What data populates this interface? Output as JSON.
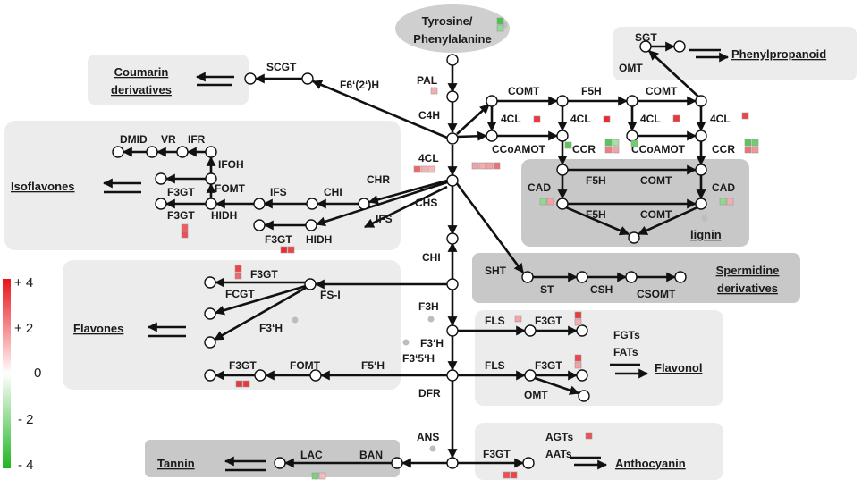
{
  "start_node": {
    "line1": "Tyrosine/",
    "line2": "Phenylalanine"
  },
  "groups": {
    "coumarin": {
      "line1": "Coumarin",
      "line2": "derivatives"
    },
    "isoflavones": "Isoflavones",
    "flavones": "Flavones",
    "tannin": "Tannin",
    "phenylpropanoid": "Phenylpropanoid",
    "lignin": "lignin",
    "spermidine": {
      "line1": "Spermidine",
      "line2": "derivatives"
    },
    "flavonol": "Flavonol",
    "anthocyanin": "Anthocyanin"
  },
  "enzymes": {
    "pal": "PAL",
    "c4h": "C4H",
    "cl4_main": "4CL",
    "chs": "CHS",
    "chi_main": "CHI",
    "f3h": "F3H",
    "f3ph": "F3‘H",
    "f35h": "F3‘5‘H",
    "dfr": "DFR",
    "ans": "ANS",
    "scgt": "SCGT",
    "f62h": "F6‘(2‘)H",
    "dmid": "DMID",
    "vr": "VR",
    "ifr": "IFR",
    "ifoh": "IFOH",
    "fomt_iso": "FOMT",
    "f3gt_iso1": "F3GT",
    "f3gt_iso2": "F3GT",
    "hidh1": "HIDH",
    "hidh2": "HIDH",
    "ifs1": "IFS",
    "ifs2": "IFS",
    "chi_iso": "CHI",
    "chr": "CHR",
    "f3gt_iso3": "F3GT",
    "f3gt_fl": "F3GT",
    "fcgt": "FCGT",
    "fsi": "FS-I",
    "f3ph_fl": "F3‘H",
    "f3gt_fl2": "F3GT",
    "fomt_fl": "FOMT",
    "f5ph": "F5‘H",
    "lac": "LAC",
    "ban": "BAN",
    "sgt": "SGT",
    "omt_pp": "OMT",
    "comt1": "COMT",
    "f5h1": "F5H",
    "comt2": "COMT",
    "cl4_a": "4CL",
    "cl4_b": "4CL",
    "cl4_c": "4CL",
    "cl4_d": "4CL",
    "ccoamot1": "CCoAMOT",
    "ccr1": "CCR",
    "ccoamot2": "CCoAMOT",
    "ccr2": "CCR",
    "cad1": "CAD",
    "f5h2": "F5H",
    "comt3": "COMT",
    "cad2": "CAD",
    "f5h3": "F5H",
    "comt4": "COMT",
    "sht": "SHT",
    "st": "ST",
    "csh": "CSH",
    "csomt": "CSOMT",
    "fls1": "FLS",
    "f3gt_flv1": "F3GT",
    "fgts": "FGTs",
    "fats": "FATs",
    "fls2": "FLS",
    "f3gt_flv2": "F3GT",
    "omt_flv": "OMT",
    "f3gt_an": "F3GT",
    "agts": "AGTs",
    "aats": "AATs"
  },
  "scale": {
    "labels": [
      "+ 4",
      "+ 2",
      "0",
      "- 2",
      "- 4"
    ],
    "max": 4,
    "min": -4,
    "high_color": "#e8141b",
    "mid_color": "#ffffff",
    "low_color": "#1fb51f"
  },
  "colors": {
    "group_light": "#ececec",
    "group_dark": "#c8c8c8",
    "start_node": "#cfcfcf",
    "node_fill": "#ffffff",
    "line": "#111111"
  },
  "expression_marks": [
    {
      "enzyme": "start",
      "values": [
        -3.2,
        -2.0
      ]
    },
    {
      "enzyme": "PAL",
      "values": [
        1.4
      ]
    },
    {
      "enzyme": "4CL",
      "values": [
        2.6,
        1.4,
        1.2
      ]
    },
    {
      "enzyme": "CHS",
      "values": [
        1.6,
        1.4,
        1.6,
        2.4
      ]
    },
    {
      "enzyme": "IFS/HIDH",
      "values": [
        3.6,
        3.2
      ]
    },
    {
      "enzyme": "F3GT (isoflavone)",
      "values": [
        2.8,
        3.0
      ]
    },
    {
      "enzyme": "F3GT (flavone)",
      "values": [
        3.2,
        2.6
      ]
    },
    {
      "enzyme": "F3GT (F5'H branch)",
      "values": [
        3.4,
        3.4
      ]
    },
    {
      "enzyme": "LAC",
      "values": [
        -2.4,
        1.2
      ]
    },
    {
      "enzyme": "4CL (COMT branch)",
      "values": [
        3.4
      ]
    },
    {
      "enzyme": "4CL (F5H branch)",
      "values": [
        3.6
      ]
    },
    {
      "enzyme": "4CL (second COMT)",
      "values": [
        3.4
      ]
    },
    {
      "enzyme": "4CL (right)",
      "values": [
        3.2
      ]
    },
    {
      "enzyme": "CCoAMOT (first)",
      "values": [
        -3.0
      ]
    },
    {
      "enzyme": "CCR (first)",
      "values": [
        -3.0,
        -1.6,
        2.2,
        1.6
      ]
    },
    {
      "enzyme": "CCoAMOT (second)",
      "values": [
        -2.6
      ]
    },
    {
      "enzyme": "CCR (second)",
      "values": [
        -3.0,
        -2.6,
        2.4,
        1.8
      ]
    },
    {
      "enzyme": "CAD (first)",
      "values": [
        -2.0,
        1.6
      ]
    },
    {
      "enzyme": "CAD (second)",
      "values": [
        -2.0,
        1.4
      ]
    },
    {
      "enzyme": "FLS (first)",
      "values": [
        1.6
      ]
    },
    {
      "enzyme": "F3GT (flavonol first)",
      "values": [
        3.4,
        1.4
      ]
    },
    {
      "enzyme": "F3GT (flavonol second)",
      "values": [
        3.2,
        1.6
      ]
    },
    {
      "enzyme": "AGTs",
      "values": [
        3.0
      ]
    },
    {
      "enzyme": "F3GT (anthocyanin)",
      "values": [
        3.0,
        3.2
      ]
    }
  ]
}
